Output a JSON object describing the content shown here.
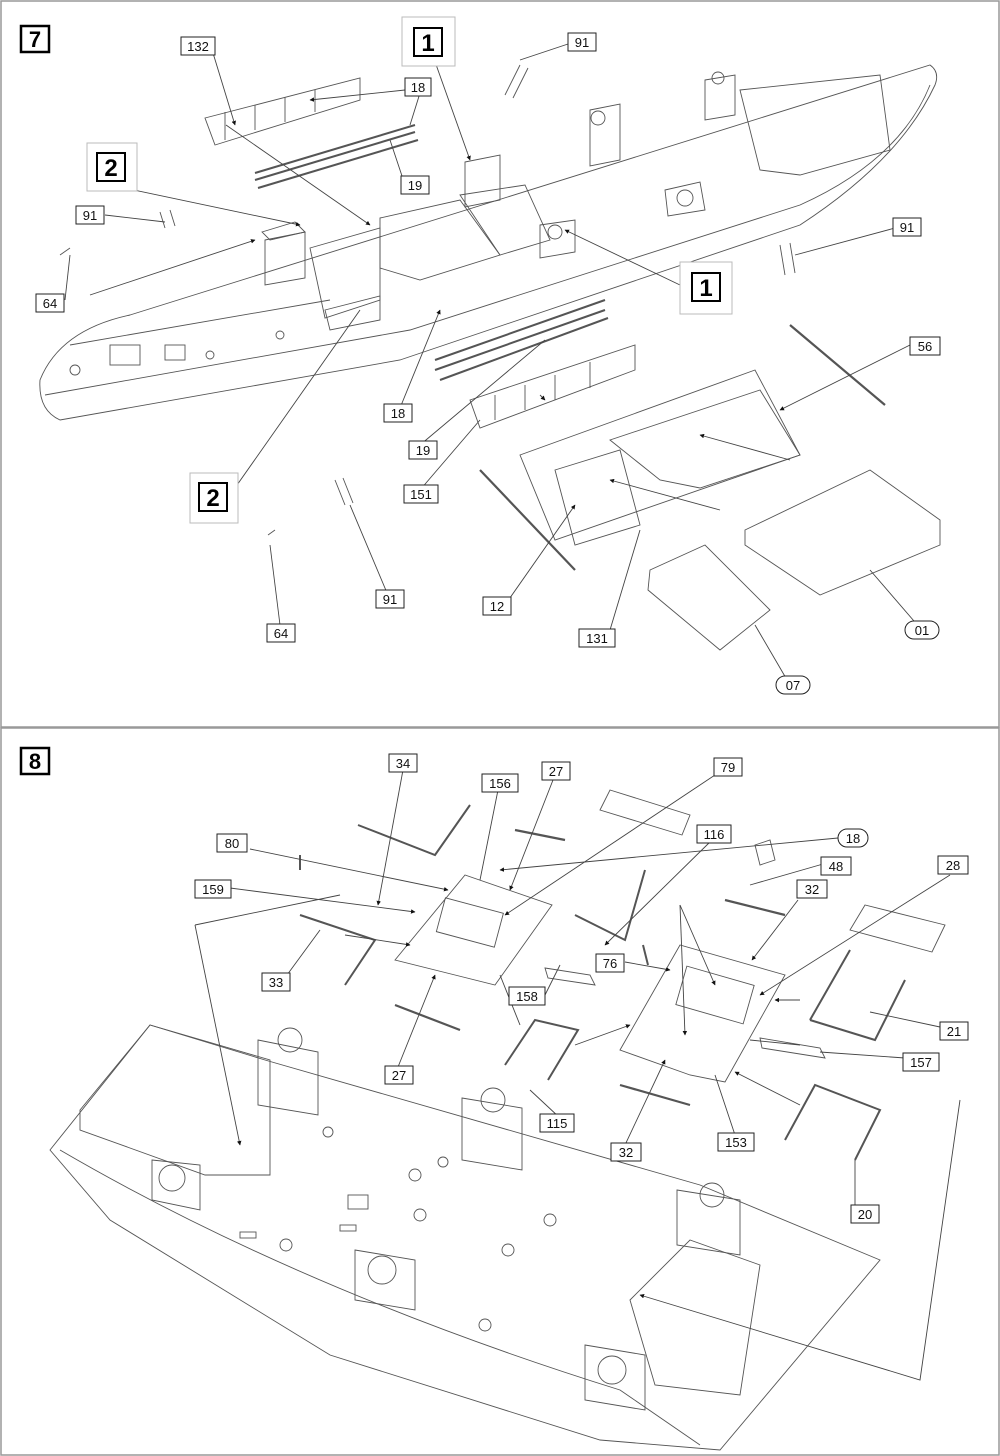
{
  "steps": [
    {
      "number": "7"
    },
    {
      "number": "8"
    }
  ],
  "step7": {
    "refs": [
      "1",
      "2",
      "1",
      "2"
    ],
    "parts": [
      "132",
      "18",
      "19",
      "91",
      "91",
      "64",
      "91",
      "56",
      "18",
      "19",
      "151",
      "91",
      "12",
      "131",
      "64",
      "07",
      "01"
    ]
  },
  "step8": {
    "parts": [
      "34",
      "156",
      "27",
      "79",
      "80",
      "116",
      "18",
      "48",
      "159",
      "32",
      "28",
      "33",
      "76",
      "158",
      "21",
      "157",
      "27",
      "115",
      "32",
      "153",
      "20"
    ]
  },
  "colors": {
    "line": "#555555",
    "label_border": "#222222",
    "background": "#ffffff"
  }
}
